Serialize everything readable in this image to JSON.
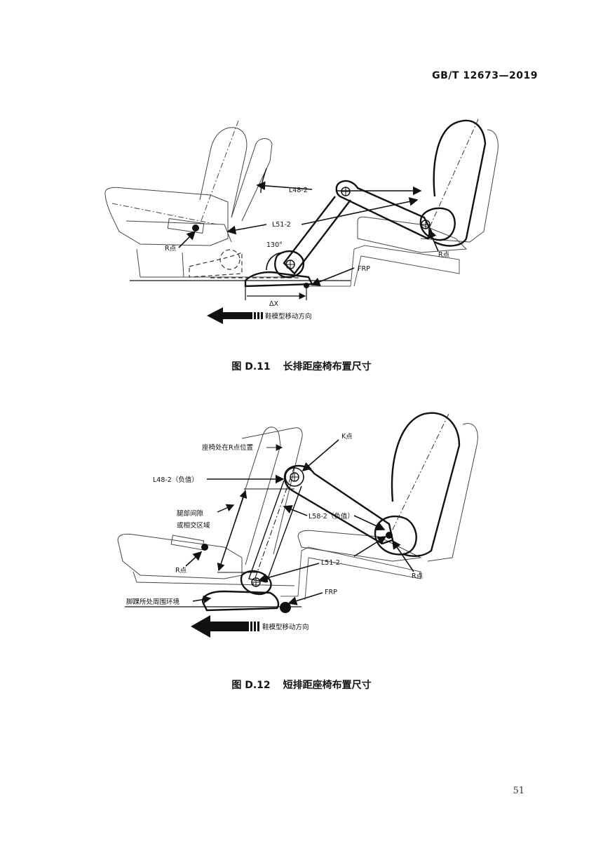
{
  "header": {
    "standard_number": "GB/T 12673—2019"
  },
  "figure_d11": {
    "caption_number": "图 D.11",
    "caption_title": "长排距座椅布置尺寸",
    "labels": {
      "l48": "L48-2",
      "l51": "L51-2",
      "angle": "130°",
      "frp": "FRP",
      "delta_x": "ΔX",
      "r_point_left": "R点",
      "r_point_right": "R点",
      "direction": "鞋模型移动方向"
    }
  },
  "figure_d12": {
    "caption_number": "图 D.12",
    "caption_title": "短排距座椅布置尺寸",
    "labels": {
      "k_point": "K点",
      "seat_r_position": "座椅处在R点位置",
      "l48": "L48-2（负值）",
      "leg_clearance_1": "腿部间隙",
      "leg_clearance_2": "或相交区域",
      "l58": "L58-2（负值）",
      "r_point_left": "R点",
      "r_point_right": "R点",
      "l51": "L51-2",
      "frp": "FRP",
      "foot_env": "脚踝所处周围环境",
      "direction": "鞋模型移动方向"
    }
  },
  "page": {
    "number": "51"
  }
}
